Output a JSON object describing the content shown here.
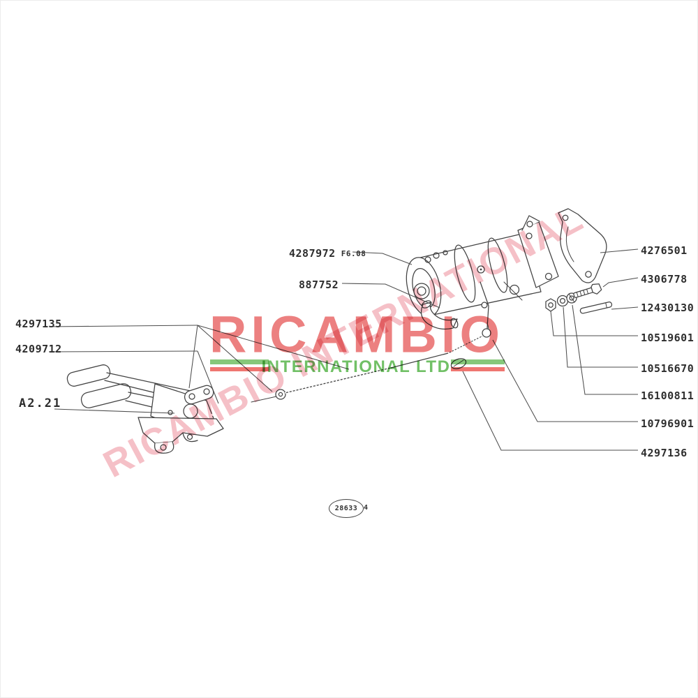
{
  "brand_watermark": {
    "name": "RICAMBIO",
    "subtitle": "INTERNATIONAL LTD",
    "diagonal_text": "RICAMBIO INTERNATIONAL",
    "colors": {
      "brand_red": "#e86060",
      "subtitle_green": "#65bb59",
      "stripe_green": "#7cc46f",
      "stripe_red": "#ee6a65",
      "diagonal_pink": "#ec8290"
    }
  },
  "figure": {
    "reference": "A2.21",
    "stamp": {
      "number": "28633",
      "suffix": "4"
    },
    "ink_color": "#424242"
  },
  "parts": {
    "left": [
      {
        "number": "4287972",
        "note": "F6.08"
      },
      {
        "number": "887752"
      },
      {
        "number": "4297135"
      },
      {
        "number": "4209712"
      }
    ],
    "right": [
      {
        "number": "4276501"
      },
      {
        "number": "4306778"
      },
      {
        "number": "12430130"
      },
      {
        "number": "10519601"
      },
      {
        "number": "10516670"
      },
      {
        "number": "16100811"
      },
      {
        "number": "10796901"
      },
      {
        "number": "4297136"
      }
    ]
  }
}
